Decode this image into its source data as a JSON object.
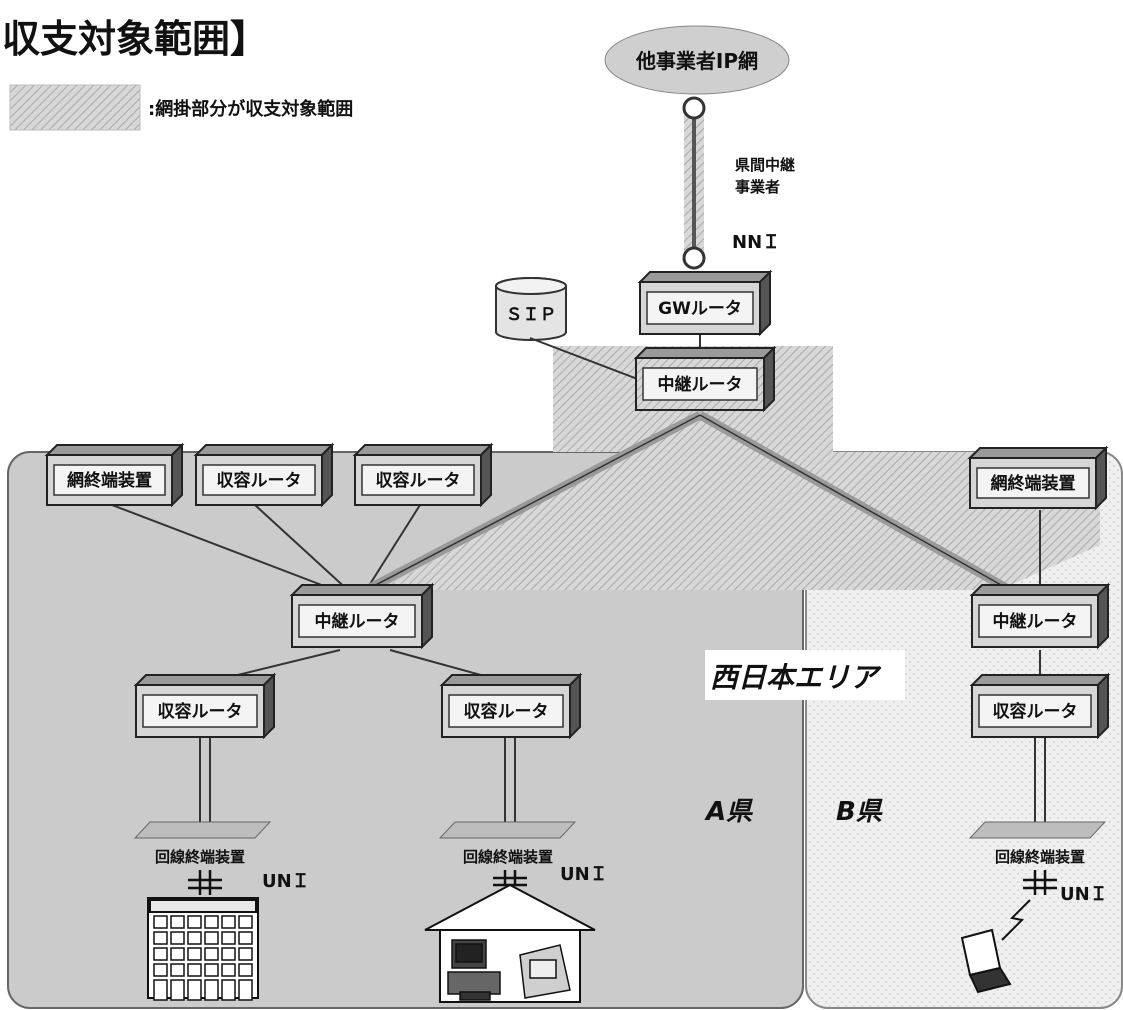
{
  "title": "収支対象範囲】",
  "legend": {
    "text": ":網掛部分が収支対象範囲"
  },
  "cloud": {
    "label": "他事業者IP網"
  },
  "links": {
    "inter_pref_carrier": [
      "県間中継",
      "事業者"
    ],
    "nni": "NNＩ",
    "uni": "UNＩ"
  },
  "nodes": {
    "sip": "ＳＩＰ",
    "gw_router": "GWルータ",
    "core_relay_router": "中継ルータ",
    "a_network_terminal": "網終端装置",
    "a_access_router_1": "収容ルータ",
    "a_access_router_2": "収容ルータ",
    "a_relay_router": "中継ルータ",
    "a_access_router_3": "収容ルータ",
    "a_access_router_4": "収容ルータ",
    "b_network_terminal": "網終端装置",
    "b_relay_router": "中継ルータ",
    "b_access_router": "収容ルータ",
    "a_line_terminal_1": "回線終端装置",
    "a_line_terminal_2": "回線終端装置",
    "b_line_terminal": "回線終端装置"
  },
  "regions": {
    "west_area": "西日本エリア",
    "pref_a": "A県",
    "pref_b": "B県"
  },
  "colors": {
    "shade": "#c9c9c9",
    "hatch": "#a9a9a9",
    "box": "#d0d0d0",
    "line": "#333333"
  }
}
